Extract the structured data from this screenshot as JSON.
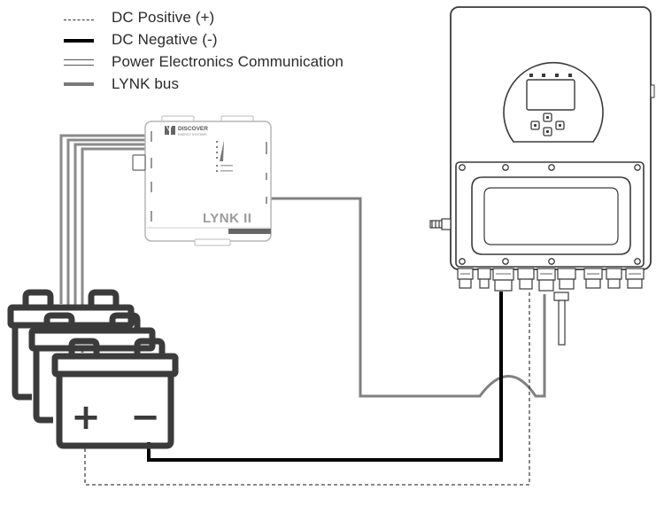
{
  "legend": [
    {
      "id": "dc_positive",
      "label": "DC Positive (+)",
      "style": "dashed",
      "color": "#333333"
    },
    {
      "id": "dc_negative",
      "label": "DC Negative (-)",
      "style": "thick-solid",
      "color": "#000000"
    },
    {
      "id": "pec",
      "label": "Power Electronics Communication",
      "style": "double-line",
      "color": "#555555"
    },
    {
      "id": "lynk_bus",
      "label": "LYNK bus",
      "style": "solid-gray",
      "color": "#7a7a7a"
    }
  ],
  "lynk_device": {
    "brand": "DISCOVER",
    "brand_sub": "ENERGY SYSTEMS",
    "model": "LYNK II"
  },
  "battery": {
    "positive_symbol": "+",
    "negative_symbol": "−"
  },
  "colors": {
    "line_dark": "#000000",
    "device_stroke": "#3a3a3a",
    "bus_gray": "#7a7a7a",
    "comm_gray": "#8a8a8a"
  }
}
